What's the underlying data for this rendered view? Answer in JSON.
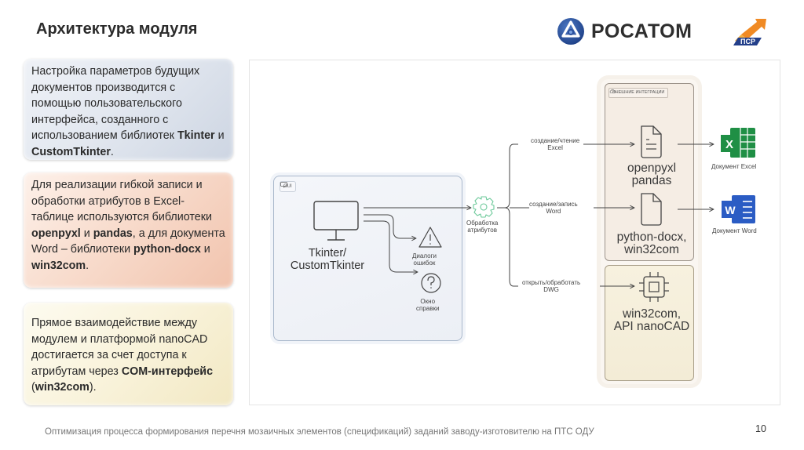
{
  "header": {
    "title": "Архитектура модуля",
    "brand_name": "РОСАТОМ",
    "brand_color": "#2a4f9c",
    "partner_logo_text": "ПСР"
  },
  "cards": [
    {
      "parts": [
        {
          "t": "Настройка параметров будущих документов производится с помощью пользовательского интерфейса, созданного с использованием библиотек "
        },
        {
          "t": "Tkinter",
          "b": true
        },
        {
          "t": " и "
        },
        {
          "t": "CustomTkinter",
          "b": true
        },
        {
          "t": "."
        }
      ]
    },
    {
      "parts": [
        {
          "t": "Для реализации гибкой записи и обработки атрибутов в Excel-таблице используются библиотеки "
        },
        {
          "t": "openpyxl",
          "b": true
        },
        {
          "t": " и "
        },
        {
          "t": "pandas",
          "b": true
        },
        {
          "t": ", а для документа Word – библиотеки "
        },
        {
          "t": "python-docx",
          "b": true
        },
        {
          "t": " и "
        },
        {
          "t": "win32com",
          "b": true
        },
        {
          "t": "."
        }
      ]
    },
    {
      "parts": [
        {
          "t": "Прямое взаимодействие между модулем и платформой nanoCAD достигается за счет доступа к атрибутам через "
        },
        {
          "t": "COM-интерфейс",
          "b": true
        },
        {
          "t": " ("
        },
        {
          "t": "win32com",
          "b": true
        },
        {
          "t": ")."
        }
      ]
    }
  ],
  "diagram": {
    "gui_tag": "GUI",
    "gui_label": "Tkinter/\nCustomTkinter",
    "error_dialogs": "Диалоги\nошибок",
    "help_window": "Окно\nсправки",
    "processing": "Обработка\nатрибутов",
    "edge_excel": "создание/чтение\nExcel",
    "edge_word": "создание/запись\nWord",
    "edge_dwg": "открыть/обработать\nDWG",
    "external_tag": "ВНЕШНИЕ ИНТЕГРАЦИИ",
    "lib_excel": "openpyxl\npandas",
    "lib_word": "python-docx,\nwin32com",
    "lib_cad": "win32com,\nAPI nanoCAD",
    "doc_excel": "Документ Excel",
    "doc_word": "Документ Word",
    "excel_color": "#1f8f45",
    "word_color": "#2b5cc4",
    "gear_color": "#6cc99a"
  },
  "footer": {
    "text": "Оптимизация процесса формирования перечня мозаичных элементов (спецификаций) заданий заводу-изготовителю на ПТС ОДУ",
    "page_number": "10"
  }
}
